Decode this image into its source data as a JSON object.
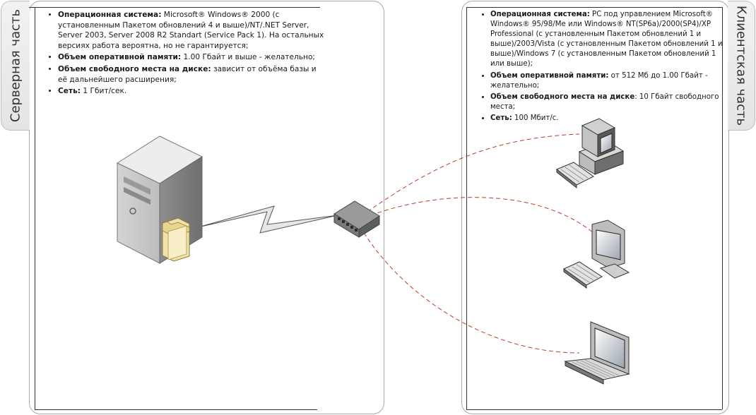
{
  "server": {
    "tab_label": "Серверная часть",
    "requirements": [
      {
        "term": "Операционная система:",
        "text": " Microsoft® Windows® 2000 (с установленным Пакетом обновлений 4 и выше)/NT/.NET Server, Server 2003, Server 2008 R2 Standart (Service Pack 1). На остальных версиях работа вероятна, но не гарантируется;"
      },
      {
        "term": "Объем оперативной памяти:",
        "text": " 1.00 Гбайт и выше - желательно;"
      },
      {
        "term": "Объем свободного места на диске:",
        "text": " зависит от объёма базы и её дальнейшего расширения;"
      },
      {
        "term": "Сеть:",
        "text": " 1 Гбит/сек."
      }
    ]
  },
  "client": {
    "tab_label": "Клиентская часть",
    "requirements": [
      {
        "term": "Операционная система:",
        "text": " PC под управлением Microsoft® Windows® 95/98/Me или Windows® NT(SP6a)/2000(SP4)/XP Professional (с установленным Пакетом обновлений 1 и выше)/2003/Vista (с установленным Пакетом обновлений 1 и выше)/Windows 7 (с установленным Пакетом обновлений 1 или выше);"
      },
      {
        "term": "Объем оперативной памяти:",
        "text": " от 512 Мб до 1.00 Гбайт - желательно;"
      },
      {
        "term": "Объем свободного места на диске",
        "text": ": 10 Гбайт свободного места;"
      },
      {
        "term": "Сеть:",
        "text": " 100 Мбит/с."
      }
    ]
  },
  "icons": [
    "server-tower-icon",
    "folder-icon",
    "network-switch-icon",
    "desktop-computer-icon",
    "monitor-keyboard-icon",
    "laptop-icon"
  ],
  "colors": {
    "dashed_link": "#c0392b",
    "panel_border": "#a8a8a8",
    "folder": "#f0e2a8"
  }
}
